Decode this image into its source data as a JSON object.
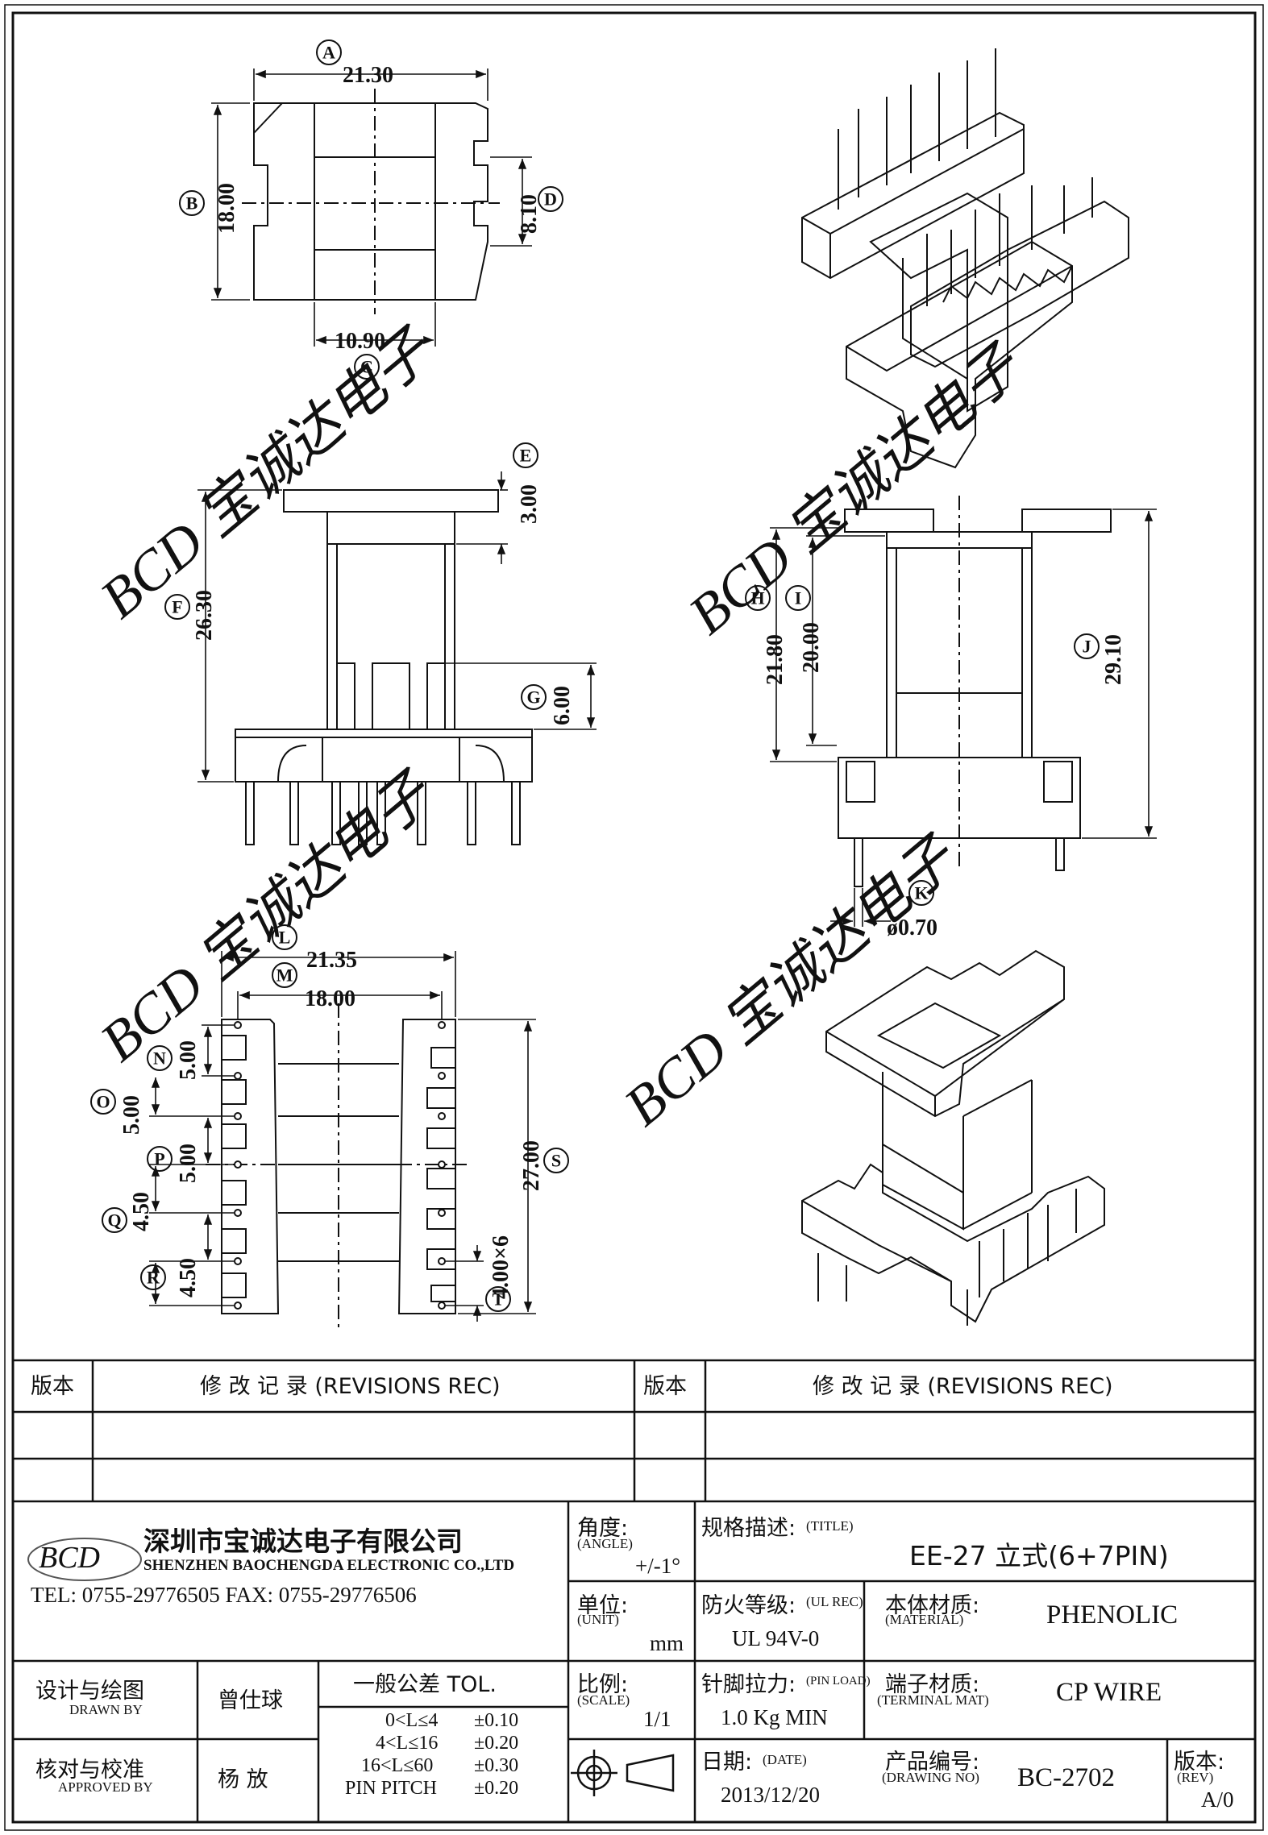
{
  "dims": {
    "A": {
      "letter": "A",
      "value": "21.30"
    },
    "B": {
      "letter": "B",
      "value": "18.00"
    },
    "C": {
      "letter": "C",
      "value": "10.90"
    },
    "D": {
      "letter": "D",
      "value": "8.10"
    },
    "E": {
      "letter": "E",
      "value": "3.00"
    },
    "F": {
      "letter": "F",
      "value": "26.30"
    },
    "G": {
      "letter": "G",
      "value": "6.00"
    },
    "H": {
      "letter": "H",
      "value": "21.80"
    },
    "I": {
      "letter": "I",
      "value": "20.00"
    },
    "J": {
      "letter": "J",
      "value": "29.10"
    },
    "K": {
      "letter": "K",
      "value": "ø0.70"
    },
    "L": {
      "letter": "L",
      "value": "21.35"
    },
    "M": {
      "letter": "M",
      "value": "18.00"
    },
    "N": {
      "letter": "N",
      "value": "5.00"
    },
    "O": {
      "letter": "O",
      "value": "5.00"
    },
    "P": {
      "letter": "P",
      "value": "5.00"
    },
    "Q": {
      "letter": "Q",
      "value": "4.50"
    },
    "R": {
      "letter": "R",
      "value": "4.50"
    },
    "S": {
      "letter": "S",
      "value": "27.00"
    },
    "T": {
      "letter": "T",
      "value": "4.00×6"
    }
  },
  "revisions": {
    "ver_label": "版本",
    "rec_label": "修  改  记  录  (REVISIONS REC)"
  },
  "company": {
    "logo_text": "BCD",
    "name_cn": "深圳市宝诚达电子有限公司",
    "name_en": "SHENZHEN BAOCHENGDA ELECTRONIC CO.,LTD",
    "contact": "TEL: 0755-29776505  FAX: 0755-29776506"
  },
  "angle": {
    "label": "角度:",
    "sub": "(ANGLE)",
    "value": "+/-1°"
  },
  "title": {
    "label": "规格描述:",
    "sub": "(TITLE)",
    "value": "EE-27 立式(6+7PIN)"
  },
  "unit": {
    "label": "单位:",
    "sub": "(UNIT)",
    "value": "mm"
  },
  "ul": {
    "label": "防火等级:",
    "sub": "(UL REC)",
    "value": "UL 94V-0"
  },
  "material": {
    "label": "本体材质:",
    "sub": "(MATERIAL)",
    "value": "PHENOLIC"
  },
  "drawn": {
    "label": "设计与绘图",
    "sub": "DRAWN BY",
    "name": "曾仕球"
  },
  "approved": {
    "label": "核对与校准",
    "sub": "APPROVED BY",
    "name": "杨  放"
  },
  "tolerance": {
    "header": "一般公差 TOL.",
    "rows": [
      {
        "range": "0<L≤4",
        "tol": "±0.10"
      },
      {
        "range": "4<L≤16",
        "tol": "±0.20"
      },
      {
        "range": "16<L≤60",
        "tol": "±0.30"
      },
      {
        "range": "PIN PITCH",
        "tol": "±0.20"
      }
    ]
  },
  "scale": {
    "label": "比例:",
    "sub": "(SCALE)",
    "value": "1/1"
  },
  "pinload": {
    "label": "针脚拉力:",
    "sub": "(PIN LOAD)",
    "value": "1.0 Kg MIN"
  },
  "terminal": {
    "label": "端子材质:",
    "sub": "(TERMINAL MAT)",
    "value": "CP WIRE"
  },
  "date": {
    "label": "日期:",
    "sub": "(DATE)",
    "value": "2013/12/20"
  },
  "drawing_no": {
    "label": "产品编号:",
    "sub": "(DRAWING NO)",
    "value": "BC-2702"
  },
  "rev": {
    "label": "版本:",
    "sub": "(REV)",
    "value": "A/0"
  },
  "colors": {
    "line": "#111111",
    "watermark": "#e3e3e3"
  }
}
